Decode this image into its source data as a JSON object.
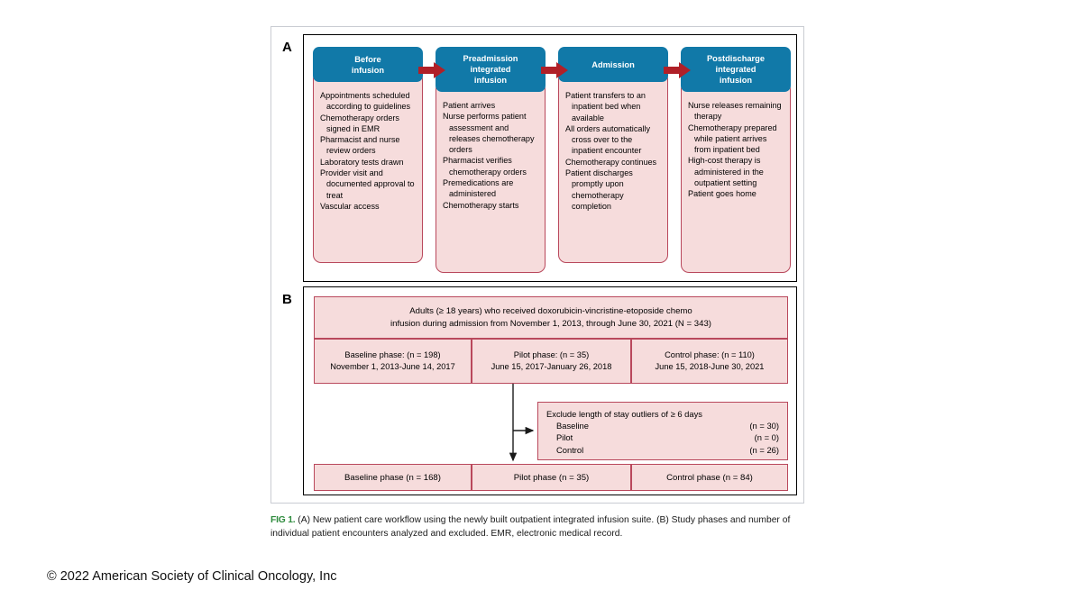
{
  "figure": {
    "panel_a_letter": "A",
    "panel_b_letter": "B",
    "colors": {
      "header_blue": "#1179A8",
      "arrow_red": "#B02028",
      "box_pink_fill": "#F6DCDC",
      "box_pink_border": "#B9485C",
      "fig_label_green": "#2E8B3D"
    }
  },
  "panel_a": {
    "columns": [
      {
        "header": [
          "Before",
          "infusion"
        ],
        "items": [
          "Appointments scheduled according to guidelines",
          "Chemotherapy orders signed in EMR",
          "Pharmacist and nurse review orders",
          "Laboratory tests drawn",
          "Provider visit and documented approval to treat",
          "Vascular access"
        ]
      },
      {
        "header": [
          "Preadmission",
          "integrated",
          "infusion"
        ],
        "items": [
          "Patient arrives",
          "Nurse performs patient assessment and releases chemotherapy orders",
          "Pharmacist verifies chemotherapy orders",
          "Premedications are administered",
          "Chemotherapy starts"
        ]
      },
      {
        "header": [
          "Admission"
        ],
        "items": [
          "Patient transfers to an inpatient bed when available",
          "All orders automatically cross over to the inpatient encounter",
          "Chemotherapy continues",
          "Patient discharges promptly upon chemotherapy completion"
        ]
      },
      {
        "header": [
          "Postdischarge",
          "integrated",
          "infusion"
        ],
        "items": [
          "Nurse releases remaining therapy",
          "Chemotherapy prepared while patient arrives from inpatient bed",
          "High-cost therapy is administered in the outpatient setting",
          "Patient goes home"
        ]
      }
    ],
    "arrow_names": [
      "arrow-before-to-preadmission",
      "arrow-preadmission-to-admission",
      "arrow-admission-to-postdischarge"
    ]
  },
  "panel_b": {
    "cohort": {
      "line1": "Adults (≥ 18 years) who received doxorubicin-vincristine-etoposide chemo",
      "line2": "infusion during admission from November 1, 2013, through June 30, 2021 (N = 343)"
    },
    "phases": [
      {
        "line1": "Baseline phase: (n = 198)",
        "line2": "November 1, 2013-June 14, 2017"
      },
      {
        "line1": "Pilot phase: (n = 35)",
        "line2": "June 15, 2017-January 26, 2018"
      },
      {
        "line1": "Control phase: (n = 110)",
        "line2": "June 15, 2018-June 30, 2021"
      }
    ],
    "exclude": {
      "title": "Exclude length of stay outliers of ≥ 6 days",
      "rows": [
        {
          "label": "Baseline",
          "value": "(n = 30)"
        },
        {
          "label": "Pilot",
          "value": "(n = 0)"
        },
        {
          "label": "Control",
          "value": "(n = 26)"
        }
      ]
    },
    "final": [
      "Baseline phase (n = 168)",
      "Pilot phase (n = 35)",
      "Control phase (n = 84)"
    ]
  },
  "caption": {
    "fig_label": "FIG 1.",
    "text": " (A) New patient care workflow using the newly built outpatient integrated infusion suite. (B) Study phases and number of individual patient encounters analyzed and excluded. EMR, electronic medical record."
  },
  "copyright": "© 2022 American Society of Clinical Oncology, Inc"
}
